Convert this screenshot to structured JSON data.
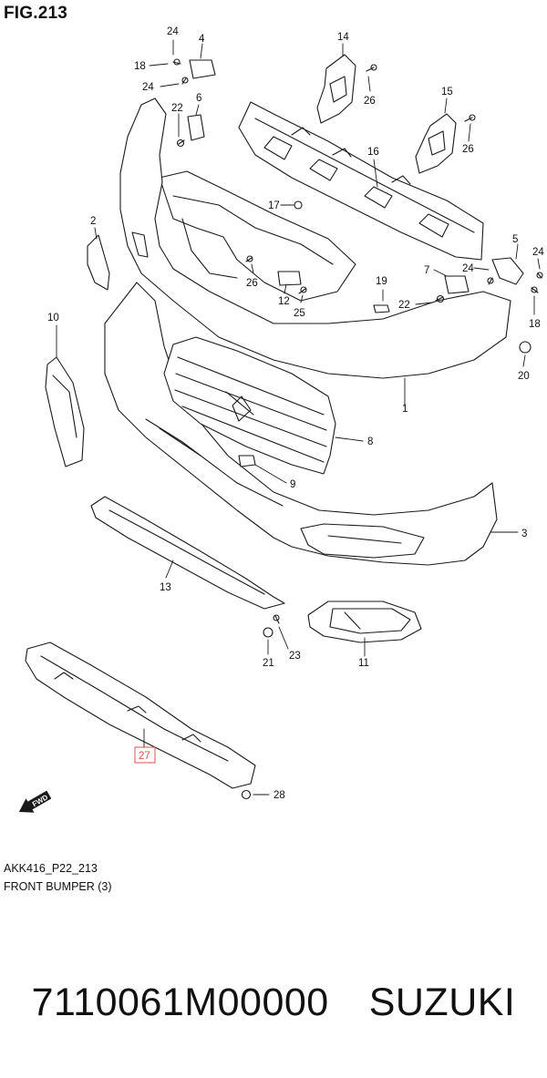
{
  "figure": {
    "title": "FIG.213",
    "code": "AKK416_P22_213",
    "name": "FRONT BUMPER (3)"
  },
  "callouts": [
    "1",
    "2",
    "3",
    "4",
    "5",
    "6",
    "7",
    "8",
    "9",
    "10",
    "11",
    "12",
    "13",
    "14",
    "15",
    "16",
    "17",
    "18",
    "18",
    "19",
    "20",
    "21",
    "22",
    "22",
    "23",
    "24",
    "24",
    "24",
    "24",
    "25",
    "26",
    "26",
    "26",
    "27",
    "28"
  ],
  "highlighted_callout": "27",
  "arrow_label": "FWD",
  "part_number": "7110061M00000",
  "brand": "SUZUKI",
  "colors": {
    "line": "#1a1a1a",
    "highlight": "#d9534f",
    "background": "#ffffff"
  }
}
